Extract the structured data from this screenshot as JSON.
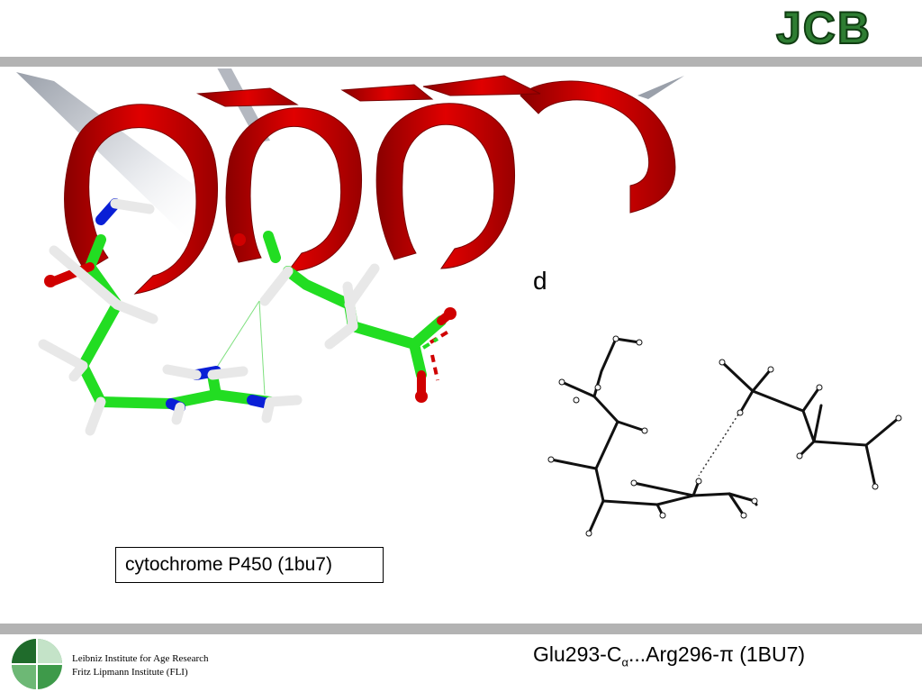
{
  "header": {
    "logo_text": "JCB"
  },
  "figure": {
    "panel_label": "d",
    "caption": "cytochrome P450 (1bu7)",
    "colors": {
      "helix": "#c40000",
      "carbon": "#22dd22",
      "nitrogen": "#0a1fd6",
      "oxygen": "#d00000",
      "hydrogen": "#e8e8e8",
      "ribbon_grey": "#b8bcc4"
    }
  },
  "footer": {
    "institute_line1": "Leibniz Institute for Age Research",
    "institute_line2": "Fritz Lipmann Institute (FLI)",
    "label_prefix": "Glu293-C",
    "label_sub": "α",
    "label_suffix": "...Arg296-π (1BU7)"
  }
}
